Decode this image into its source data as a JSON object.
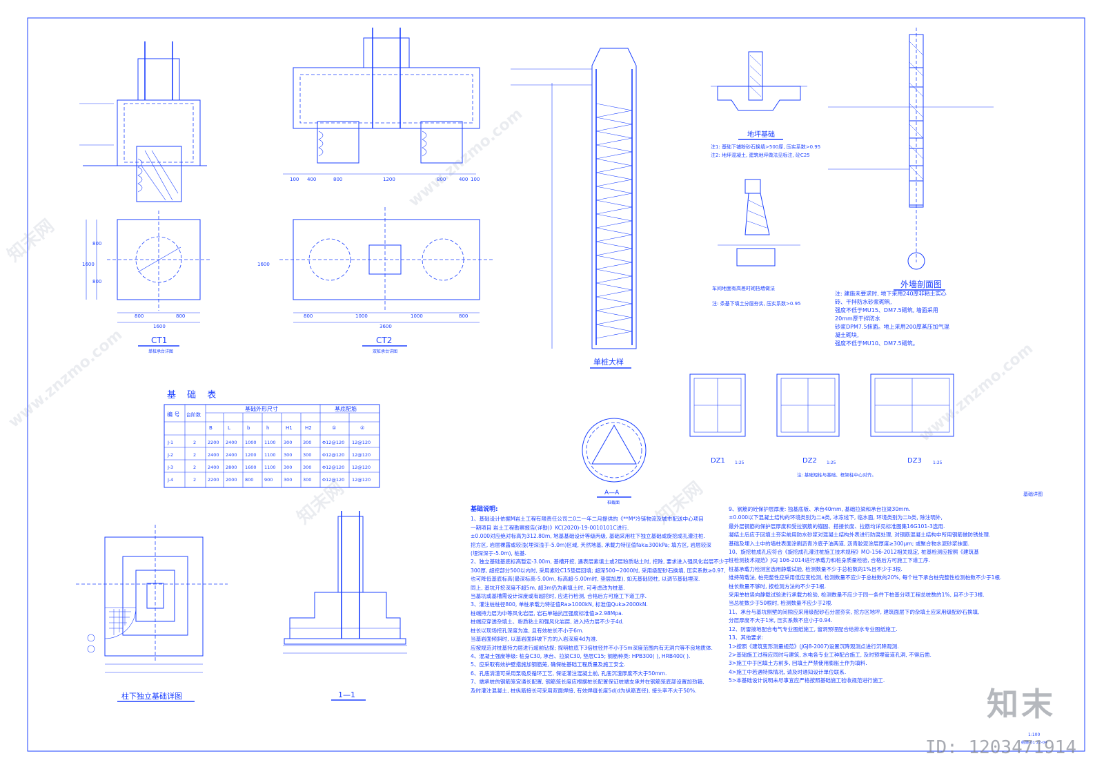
{
  "drawing": {
    "sheet_title": "基础详图",
    "scale": "1:100",
    "sheet_no": "结施-01 22-04"
  },
  "details": {
    "ct1": {
      "title": "CT1",
      "subtitle": "单桩承台详图",
      "dims": [
        "800",
        "800",
        "1600",
        "800",
        "800",
        "1600"
      ]
    },
    "ct2": {
      "title": "CT2",
      "subtitle": "双桩承台详图",
      "dims": [
        "800",
        "1000",
        "1000",
        "800",
        "3600",
        "1600",
        "100",
        "400",
        "800",
        "1200",
        "800",
        "400",
        "100"
      ]
    },
    "pile": {
      "title": "单桩大样",
      "sub": "A—A",
      "sub2": "桩截面"
    },
    "slab": {
      "title": "地坪基础",
      "note1": "注1: 基础下铺粉砂石换填>500厚, 压实系数>0.95",
      "note2": "注2: 地坪混凝土, 建筑地坪做法见标注, 砼C25"
    },
    "ramp": {
      "note": "车间地面有高差时砌挡墙做法",
      "note2": "注: 条基下填土分层夯实, 压实系数>0.95"
    },
    "wall": {
      "title": "外墙剖面图"
    },
    "dz": [
      {
        "title": "DZ1",
        "scale": "1:25"
      },
      {
        "title": "DZ2",
        "scale": "1:25"
      },
      {
        "title": "DZ3",
        "scale": "1:25"
      }
    ],
    "dz_note": "注: 基础短柱与基础、框架柱中心对齐。",
    "indep": {
      "title": "柱下独立基础详图"
    },
    "sec11": {
      "title": "1—1"
    }
  },
  "table": {
    "title": "基 础 表",
    "group1": "基础外形尺寸",
    "group2": "基底配筋",
    "col_no": "编 号",
    "col_steps": "台阶数",
    "headers": [
      "B",
      "L",
      "b",
      "h",
      "H1",
      "H2",
      "①",
      "②"
    ],
    "rows": [
      [
        "J-1",
        "2",
        "2200",
        "2400",
        "1000",
        "1100",
        "300",
        "300",
        "Φ12@120",
        "12@120"
      ],
      [
        "J-2",
        "2",
        "2400",
        "2400",
        "1200",
        "1100",
        "300",
        "300",
        "Φ12@120",
        "12@120"
      ],
      [
        "J-3",
        "2",
        "2400",
        "2800",
        "1600",
        "1100",
        "300",
        "300",
        "Φ12@120",
        "12@120"
      ],
      [
        "J-4",
        "2",
        "2200",
        "2000",
        "800",
        "900",
        "300",
        "300",
        "Φ12@120",
        "12@120"
      ]
    ]
  },
  "ext_wall_notes": [
    "注: 建施未要求时, 地下采用240厚非粘土实心砖、干拌防水砂浆砌筑,",
    "强度不低于MU15、DM7.5砌筑, 墙面采用20mm厚干拌防水",
    "砂浆DPM7.5抹面。地上采用200厚蒸压加气混凝土砌块,",
    "强度不低于MU10、DM7.5砌筑。"
  ],
  "notes_left": {
    "title": "基础说明:",
    "lines": [
      "1、基础设计依据M岩土工程有限责任公司二0二一年二月提供的《**M*冷链物流及城市配送中心项目",
      "   一期项目 岩土工程勘察报告(详勘)》KC(2020)-19-0010101C进行.",
      "   ±0.000对应绝对标高为312.80m, 地基基础设计等级丙级, 基础采用柱下独立基础或旋挖成孔灌注桩.",
      "   挖方区, 岩层裸露或较浅(埋深浅于-5.0m)区域, 天然地基, 承载力特征值fak≥300kPa; 填方区, 岩层较深",
      "   (埋深深于-5.0m), 桩基.",
      "2、独立基础基底标高暂定-3.00m, 基槽开挖, 遇表层素填土或2层粉质粘土时, 挖除, 要求进入强风化岩层不少于",
      "   300厚, 超挖部分500以内时, 采用素砼C15垫层回填; 超深500~2000时, 采用级配砂石换填, 压实系数≥0.97,",
      "   也可降低基底标高(最深标高-5.00m, 标高超-5.00m时, 垫层加厚), 如无基础短柱, 以调节基础埋深.",
      "   同上, 基坑开挖深度不超5m, 超3m仍为素填土时, 可考虑改为桩基.",
      "   当基坑或基槽需设计深度或有超挖时, 应进行检测, 合格后方可施工下道工序.",
      "3、灌注桩桩径800, 单桩承载力特征值Ra≥1000kN, 标准值Quk≥2000kN.",
      "   桩端持力层为中等风化岩层, 岩石单轴抗压强度标准值≥2.98Mpa.",
      "   桩端应穿透杂填土、粉质粘土和强风化岩层, 进入持力层不少于4d.",
      "   桩长以现场挖孔深度为准, 且有效桩长不小于6m.",
      "   当基岩面倾斜时, 以基岩面斜坡下方的入岩深度4d为准.",
      "   应按规范对桩基持力层进行超前钻探; 探明桩底下3倍桩径并不小于5m深度范围内有无洞穴等不良地质体.",
      "4、混凝土强度等级: 桩身C30, 承台、拉梁C30, 垫层C15; 钢筋种类: HPB300(  ), HRB400(  ).",
      "5、应采取有效护壁措施加钢筋笼, 确保桩基础工程质量及施工安全.",
      "6、孔底清渣可采用泵吸反循环工艺, 保证灌注混凝土前, 孔底沉渣厚度不大于50mm.",
      "7、端承桩的钢筋笼宜通长配置, 钢筋笼长度应根据桩长配置保证桩端支承并在钢筋笼底部设置加劲箍,",
      "   及时灌注混凝土, 桩纵筋接长可采用双面焊接, 有效焊缝长度5d(d为纵筋直径), 接头率不大于50%."
    ]
  },
  "notes_right": {
    "lines": [
      "9、钢筋的砼保护层厚度: 独基底板、承台40mm, 基础拉梁和承台拉梁30mm.",
      "   ±0.000以下混凝土结构的环境类别为二a类, 冰冻线下, 临水面, 环境类别为二b类, 除注明外,",
      "   最外层钢筋的保护层厚度和受拉钢筋的锚固、搭接长度、拉筋均详见标准图集16G101-3选用.",
      "   凝结土后应于回填土夯实前用防水砂浆对混凝土结构外表进行防腐处理, 对钢筋混凝土结构中所用钢筋做防锈处理.",
      "   基础及埋入土中的墙柱表面涂刷沥青冷底子油两道, 沥青胶泥涂层厚度≥300μm; 或聚合物水泥砂浆抹面.",
      "10、旋挖桩成孔应符合《旋挖成孔灌注桩施工技术规程》MO-156-2012相关规定, 桩基检测应按照《建筑基",
      "   桩检测技术规范》JGJ 106-2014进行承载力和桩身质量检验, 合格后方可施工下道工序.",
      "   桩基承载力检测宜选用静载试验, 检测数量不少于总桩数的1%且不少于3根.",
      "   维持荷载法, 桩完整性应采用低应变检测, 检测数量不应少于总桩数的20%, 每个柱下承台桩完整性检测桩数不少于1根.",
      "   桩长数量不够时, 按检测方法的不少于1根.",
      "   采用单桩竖向静载试验进行承载力检验, 检测数量不应少于同一条件下桩基分项工程总桩数的1%, 且不少于3根.",
      "   当总桩数少于50根时, 检测数量不应少于2根.",
      "11、承台与基坑侧壁的间隙应采用级配砂石分层夯实, 挖方区地坪, 建筑面层下的杂填土应采用级配砂石换填,",
      "    分层厚度不大于1米, 压实系数不应小于0.94.",
      "12、防雷接地配合电气专业图纸施工, 留洞预埋配合给排水专业图纸施工.",
      "13、其他要求:",
      "   1>按照《建筑变形测量规范》(JGJ8-2007)设置沉降观测点进行沉降观测.",
      "   2>基础施工过程应同时与建筑, 水电各专业工种配合施工, 及时预埋管道孔洞, 不得后凿.",
      "   3>施工中于回填土方前多, 回填土严禁使用膨胀土作为填料.",
      "   4>施工中若遇特殊情况, 请及时通知设计单位联系.",
      "   5>本基础设计说明未尽事宜应严格按照基础施工验收规范进行施工."
    ]
  },
  "watermark": {
    "brand": "知末",
    "id": "ID: 1203471914",
    "site": "www.znzmo.com",
    "cn": "知末网"
  }
}
